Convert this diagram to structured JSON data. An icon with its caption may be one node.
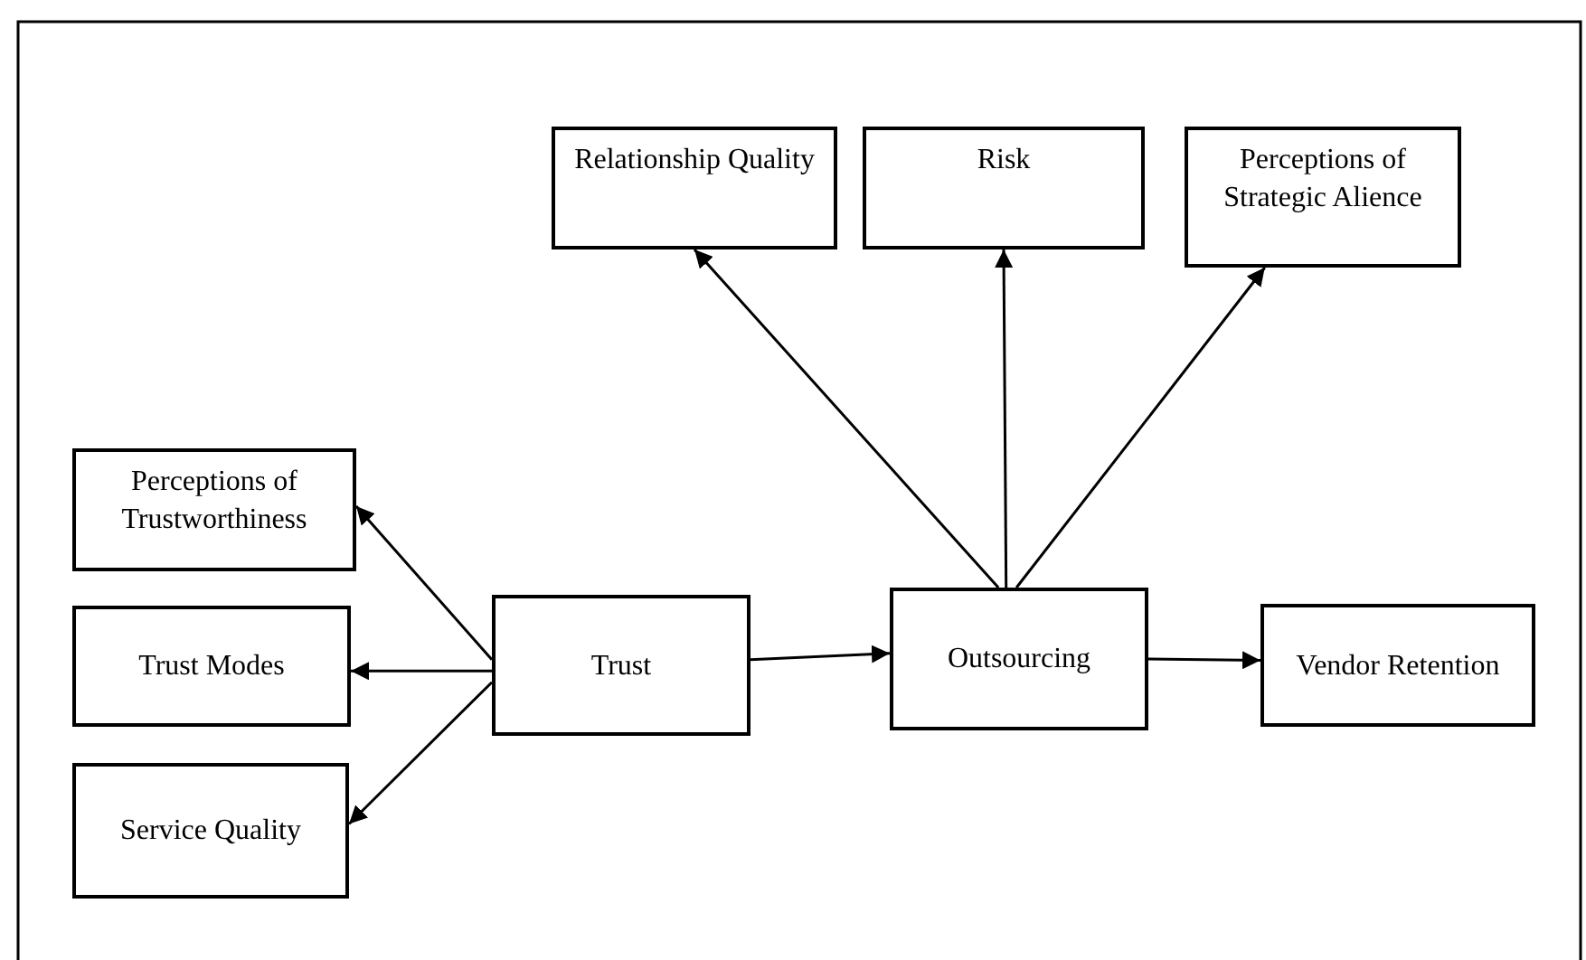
{
  "diagram": {
    "nodes": [
      {
        "text": [
          "Relationship Quality"
        ]
      },
      {
        "text": [
          "Risk"
        ]
      },
      {
        "text": [
          "Perceptions of Strategic Alience"
        ]
      },
      {
        "text": [
          "Perceptions of Trustworthiness"
        ]
      },
      {
        "text": [
          "Trust Modes"
        ]
      },
      {
        "text": [
          "Service Quality"
        ]
      },
      {
        "text": [
          "Trust"
        ]
      },
      {
        "text": [
          "Outsourcing"
        ]
      },
      {
        "text": [
          "Vendor Retention"
        ]
      }
    ],
    "edges": [
      {
        "from": 6,
        "to": 3,
        "arrow": "to"
      },
      {
        "from": 6,
        "to": 4,
        "arrow": "to"
      },
      {
        "from": 6,
        "to": 5,
        "arrow": "to"
      },
      {
        "from": 6,
        "to": 7,
        "arrow": "to"
      },
      {
        "from": 7,
        "to": 0,
        "arrow": "to"
      },
      {
        "from": 7,
        "to": 1,
        "arrow": "to"
      },
      {
        "from": 7,
        "to": 2,
        "arrow": "to"
      },
      {
        "from": 7,
        "to": 8,
        "arrow": "to"
      }
    ]
  }
}
